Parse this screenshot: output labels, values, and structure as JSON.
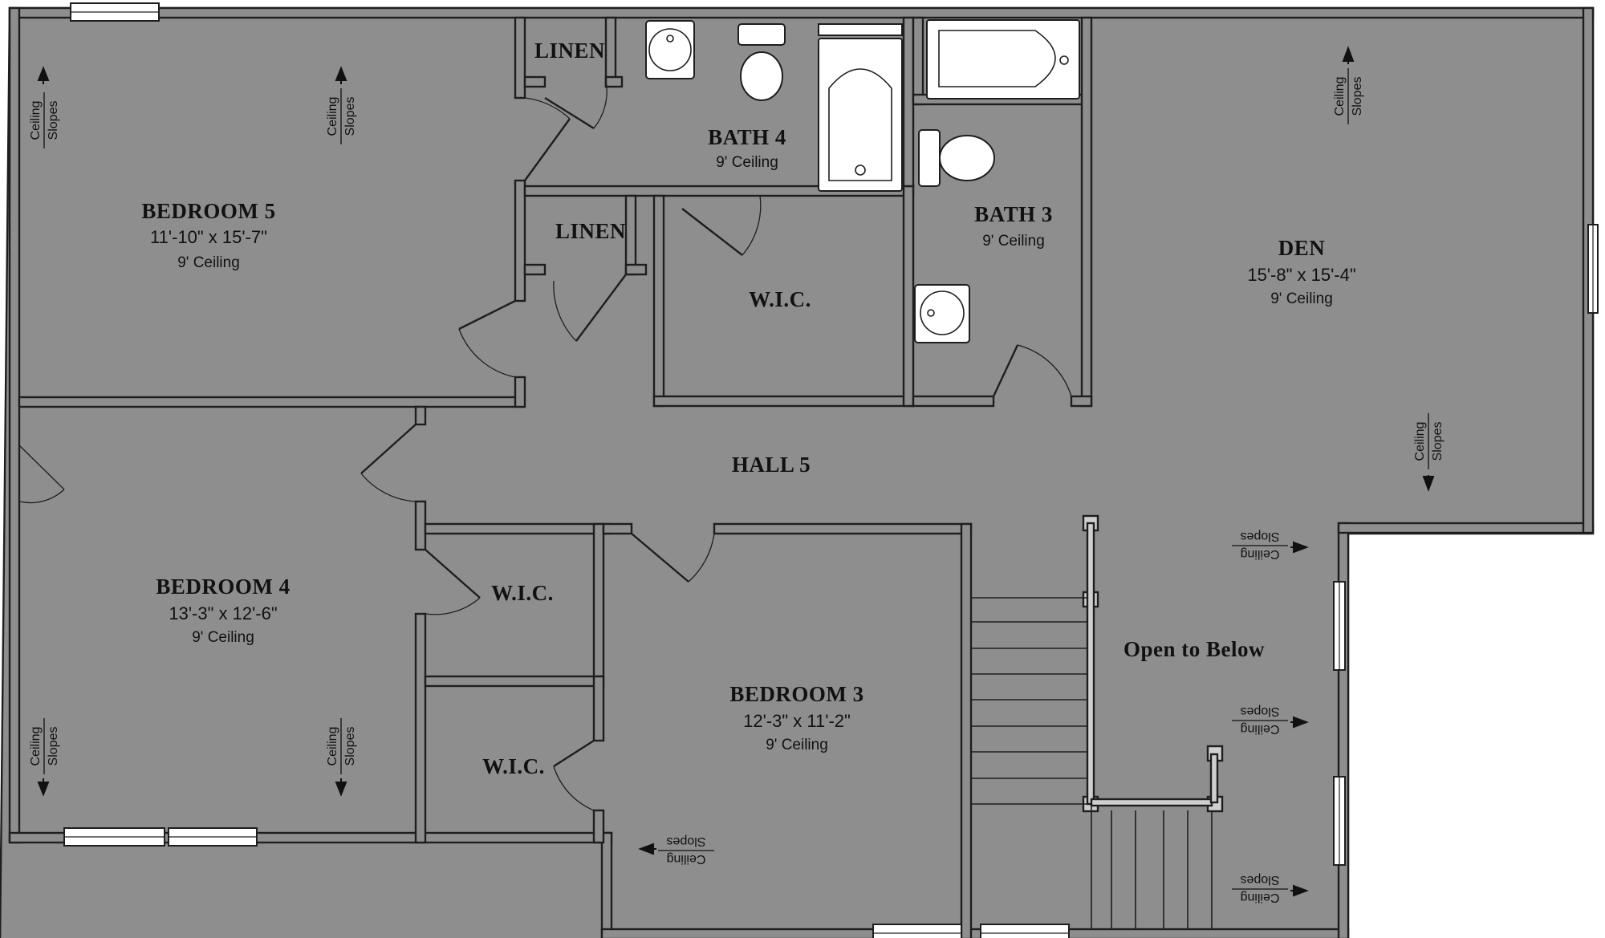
{
  "rooms": {
    "bedroom5": {
      "name": "BEDROOM 5",
      "dims": "11'-10\" x 15'-7\"",
      "ceiling": "9' Ceiling"
    },
    "bedroom4": {
      "name": "BEDROOM 4",
      "dims": "13'-3\" x 12'-6\"",
      "ceiling": "9' Ceiling"
    },
    "bedroom3": {
      "name": "BEDROOM 3",
      "dims": "12'-3\" x 11'-2\"",
      "ceiling": "9' Ceiling"
    },
    "den": {
      "name": "DEN",
      "dims": "15'-8\" x 15'-4\"",
      "ceiling": "9' Ceiling"
    },
    "bath4": {
      "name": "BATH 4",
      "ceiling": "9' Ceiling"
    },
    "bath3": {
      "name": "BATH 3",
      "ceiling": "9' Ceiling"
    },
    "linen_upper": {
      "name": "LINEN"
    },
    "linen_lower": {
      "name": "LINEN"
    },
    "wic_bath": {
      "name": "W.I.C."
    },
    "wic_bed4_upper": {
      "name": "W.I.C."
    },
    "wic_bed4_lower": {
      "name": "W.I.C."
    },
    "hall": {
      "name": "HALL 5"
    },
    "open_below": {
      "name": "Open to Below"
    }
  },
  "ceiling_note": {
    "line1": "Ceiling",
    "line2": "Slopes"
  }
}
